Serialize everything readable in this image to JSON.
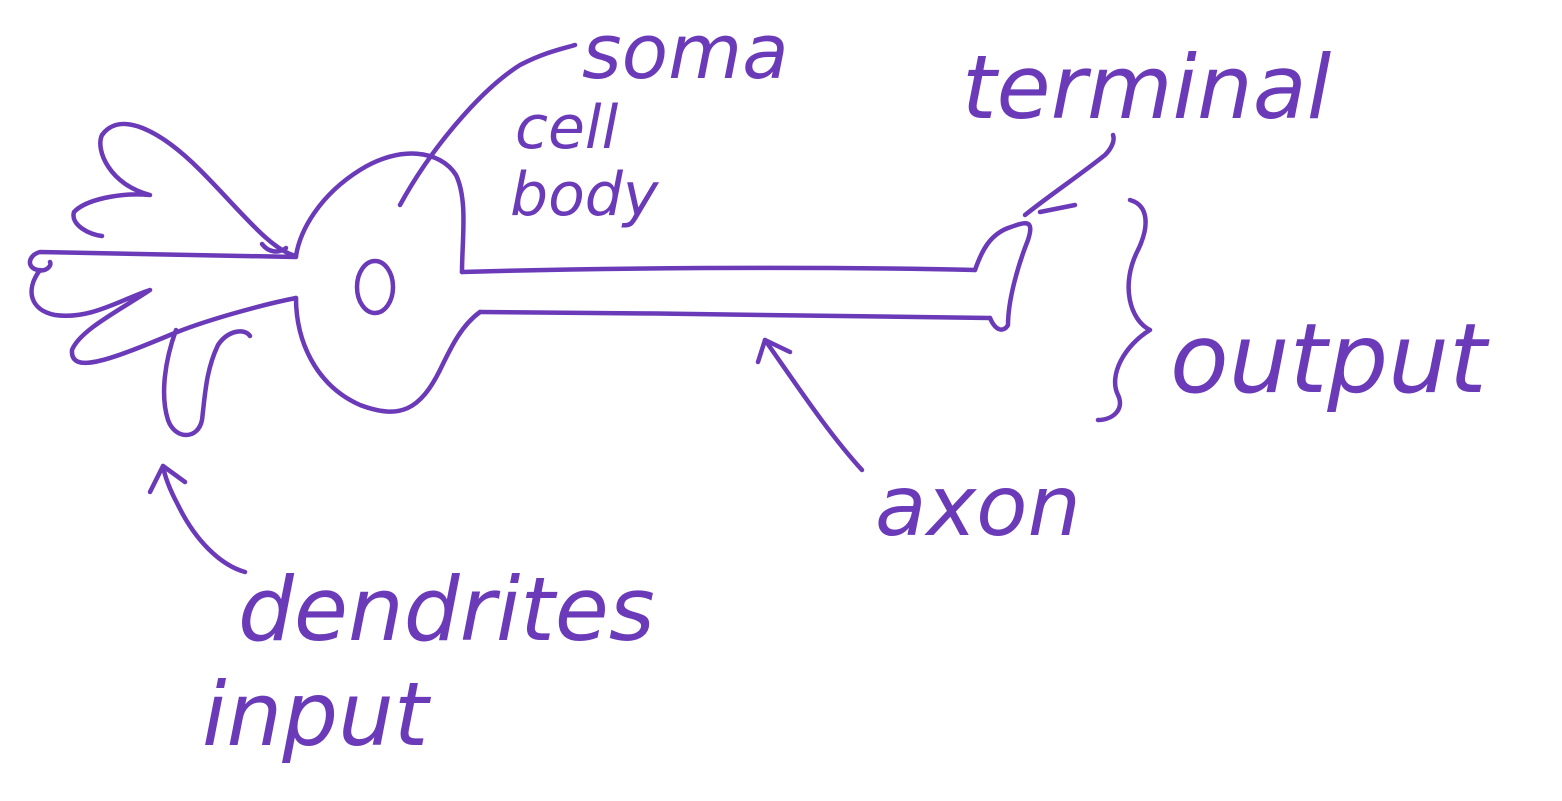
{
  "colors": {
    "ink": "#6a3ab8",
    "background": "#ffffff"
  },
  "labels": {
    "soma": "soma",
    "cell_body_line1": "cell",
    "cell_body_line2": "body",
    "terminal": "terminal",
    "output": "output",
    "axon": "axon",
    "dendrites": "dendrites",
    "input": "input"
  }
}
